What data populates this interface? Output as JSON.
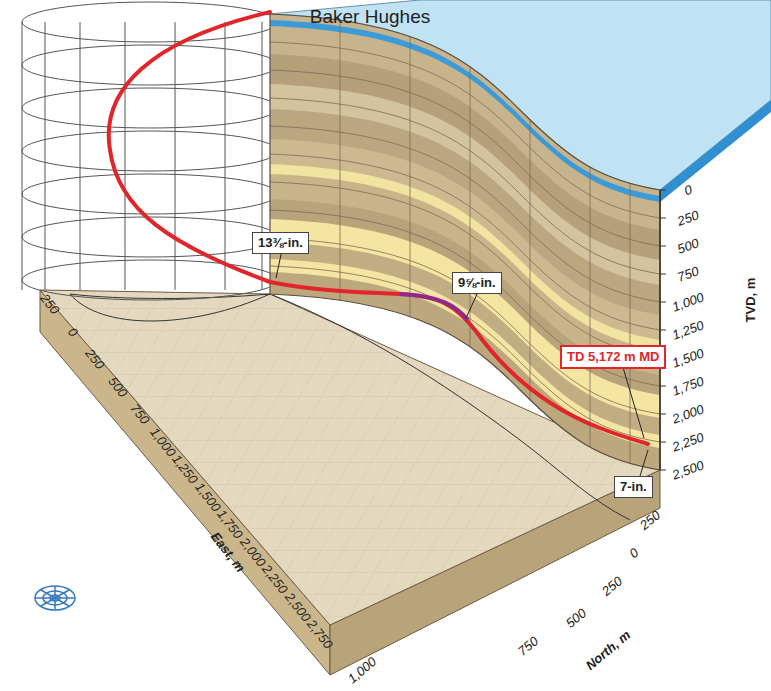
{
  "diagram": {
    "nodes": [
      {
        "text": [
          "13⅜-in."
        ]
      },
      {
        "text": [
          "9⅝-in."
        ]
      },
      {
        "text": [
          "TD 5,172 m MD"
        ]
      },
      {
        "text": [
          "7-in."
        ]
      }
    ],
    "labels": [
      "Baker Hughes",
      "TVD, m",
      "0",
      "250",
      "500",
      "750",
      "1,000",
      "1,250",
      "1,500",
      "1,750",
      "2,000",
      "2,250",
      "2,500",
      "250",
      "0",
      "250",
      "500",
      "750",
      "1,000",
      "1,250",
      "1,500",
      "1,750",
      "2,000",
      "2,250",
      "2,500",
      "2,750",
      "East, m",
      "1,000",
      "750",
      "500",
      "250",
      "0",
      "250",
      "North, m"
    ]
  }
}
